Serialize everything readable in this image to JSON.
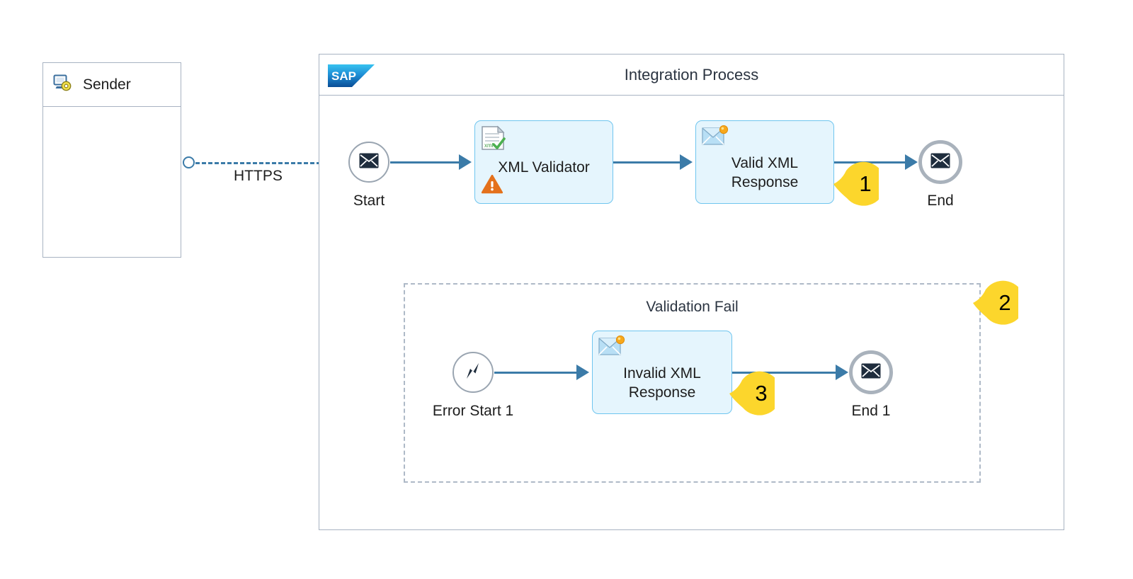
{
  "diagram": {
    "type": "sap-integration-flow",
    "title": "Integration Process"
  },
  "sender": {
    "label": "Sender",
    "icon": "sender-system-icon"
  },
  "pool": {
    "title": "Integration Process",
    "logo": "sap-logo",
    "logo_text": "SAP"
  },
  "connection": {
    "protocol_label": "HTTPS",
    "style": "dashed"
  },
  "main_flow": [
    {
      "id": "start",
      "label": "Start",
      "shape": "circle-thin",
      "icon": "envelope-icon"
    },
    {
      "id": "xml-validator",
      "label": "XML Validator",
      "shape": "task",
      "icon": "xml-document-check-icon",
      "marker": "warning-triangle-icon"
    },
    {
      "id": "valid-xml-response",
      "label": "Valid XML Response",
      "line1": "Valid XML",
      "line2": "Response",
      "shape": "task",
      "icon": "envelope-orange-dot-icon"
    },
    {
      "id": "end",
      "label": "End",
      "shape": "circle-thick",
      "icon": "envelope-icon"
    }
  ],
  "subprocess": {
    "title": "Validation Fail",
    "style": "dashed-box",
    "nodes": [
      {
        "id": "error-start-1",
        "label": "Error Start 1",
        "shape": "circle-thin",
        "icon": "error-bolt-icon"
      },
      {
        "id": "invalid-xml-response",
        "label": "Invalid XML Response",
        "line1": "Invalid XML",
        "line2": "Response",
        "shape": "task",
        "icon": "envelope-orange-dot-icon"
      },
      {
        "id": "end-1",
        "label": "End 1",
        "shape": "circle-thick",
        "icon": "envelope-icon"
      }
    ]
  },
  "callouts": [
    {
      "number": "1",
      "target": "valid-xml-response"
    },
    {
      "number": "2",
      "target": "validation-fail-subprocess"
    },
    {
      "number": "3",
      "target": "invalid-xml-response"
    }
  ],
  "colors": {
    "badge_yellow": "#FCD62C",
    "task_fill": "#E5F5FD",
    "task_border": "#6FC5EF",
    "connector_blue": "#3B7BA8",
    "frame_gray": "#A8B3C2",
    "envelope_navy": "#1F2D3D",
    "warning_orange": "#E4711C",
    "sap_blue": "#1A74BC"
  }
}
